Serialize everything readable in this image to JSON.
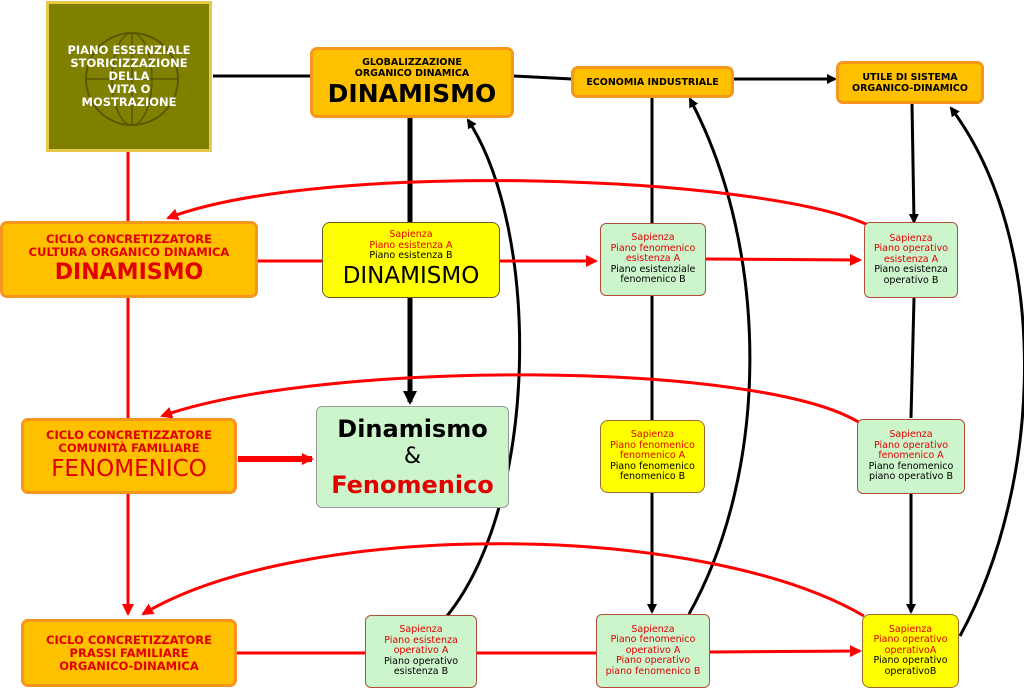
{
  "colors": {
    "orange": "#ffc000",
    "orange_border": "#f7961d",
    "yellow": "#ffff00",
    "green": "#ccf5cc",
    "olive": "#7f7f00",
    "red": "#e00000",
    "arrow_black": "#000000",
    "arrow_red": "#ff0000"
  },
  "top": {
    "essenziale": [
      "PIANO ESSENZIALE",
      "STORICIZZAZIONE",
      "DELLA",
      "VITA O",
      "MOSTRAZIONE"
    ],
    "globalizzazione": {
      "line1": "GLOBALIZZAZIONE",
      "line2": "ORGANICO DINAMICA",
      "main": "DINAMISMO"
    },
    "economia": "ECONOMIA INDUSTRIALE",
    "utile": {
      "line1": "UTILE DI SISTEMA",
      "line2": "ORGANICO-DINAMICO"
    }
  },
  "left": {
    "ciclo1": {
      "line1": "CICLO CONCRETIZZATORE",
      "line2": "CULTURA ORGANICO DINAMICA",
      "main": "DINAMISMO"
    },
    "ciclo2": {
      "line1": "CICLO CONCRETIZZATORE",
      "line2": "COMUNITÀ FAMILIARE",
      "main": "FENOMENICO"
    },
    "ciclo3": {
      "line1": "CICLO CONCRETIZZATORE",
      "line2": "PRASSI FAMILIARE",
      "line3": "ORGANICO-DINAMICA"
    }
  },
  "center": {
    "sap_dinamismo": {
      "l1": "Sapienza",
      "l2": "Piano esistenza A",
      "l3": "Piano esistenza B",
      "main": "DINAMISMO"
    },
    "dinamismo_fenomenico": {
      "l1": "Dinamismo",
      "l2": "&",
      "l3": "Fenomenico"
    }
  },
  "nodes": {
    "n1": {
      "l1": "Sapienza",
      "l2": "Piano fenomenico",
      "l3": "esistenza A",
      "l4": "Piano esistenziale",
      "l5": "fenomenico B"
    },
    "n2": {
      "l1": "Sapienza",
      "l2": "Piano operativo",
      "l3": "esistenza A",
      "l4": "Piano esistenza",
      "l5": "operativo  B"
    },
    "n3": {
      "l1": "Sapienza",
      "l2": "Piano fenomenico",
      "l3": "fenomenico A",
      "l4": "Piano fenomenico",
      "l5": "fenomenico B"
    },
    "n4": {
      "l1": "Sapienza",
      "l2": "Piano operativo",
      "l3": "fenomenico A",
      "l4": "Piano fenomenico",
      "l5": "piano operativo B"
    },
    "n5": {
      "l1": "Sapienza",
      "l2": "Piano esistenza",
      "l3": "operativo A",
      "l4": "Piano operativo",
      "l5": "esistenza B"
    },
    "n6": {
      "l1": "Sapienza",
      "l2": "Piano fenomenico",
      "l3": "operativo A",
      "l4": "Piano operativo",
      "l5": "piano fenomenico B"
    },
    "n7": {
      "l1": "Sapienza",
      "l2": "Piano operativo",
      "l3": "operativoA",
      "l4": "Piano operativo",
      "l5": "operativoB"
    }
  }
}
